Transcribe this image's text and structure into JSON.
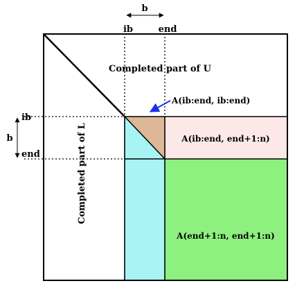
{
  "labels": {
    "b_top": "b",
    "ib_top": "ib",
    "end_top": "end",
    "b_left": "b",
    "ib_left": "ib",
    "end_left": "end",
    "completed_u": "Completed part of U",
    "completed_l": "Completed part of L",
    "a_diag": "A(ib:end, ib:end)",
    "a_right": "A(ib:end, end+1:n)",
    "a_trailing": "A(end+1:n, end+1:n)"
  },
  "colors": {
    "border": "#000000",
    "diag_block": "#dcb896",
    "panel_column": "#a8f4f4",
    "row_panel": "#fde8e8",
    "trailing": "#8ef07e",
    "pointer_arrow": "#1a2fe6"
  }
}
